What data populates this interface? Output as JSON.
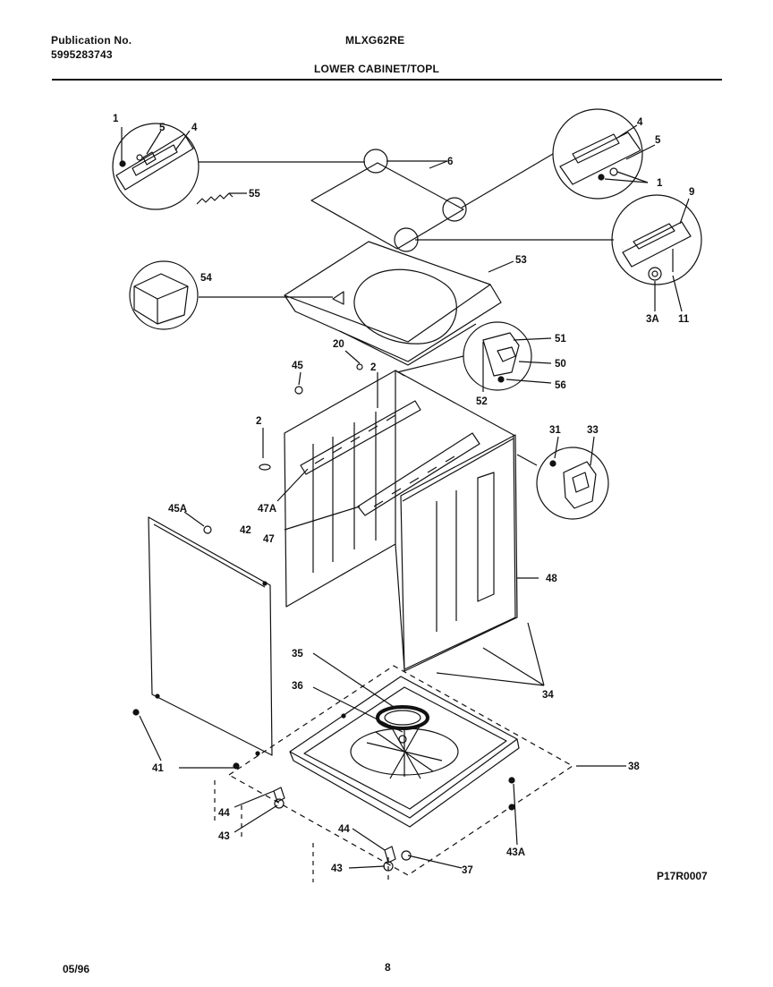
{
  "header": {
    "publication_label": "Publication No.",
    "publication_number": "5995283743",
    "model": "MLXG62RE",
    "section_title": "LOWER CABINET/TOPL"
  },
  "callouts": {
    "c1a": "1",
    "c5a": "5",
    "c4a": "4",
    "c6": "6",
    "c55": "55",
    "c4b": "4",
    "c5b": "5",
    "c1b": "1",
    "c9": "9",
    "c3A": "3A",
    "c11": "11",
    "c54": "54",
    "c53": "53",
    "c51": "51",
    "c50": "50",
    "c56": "56",
    "c52": "52",
    "c20": "20",
    "c45": "45",
    "c2a": "2",
    "c2b": "2",
    "c31": "31",
    "c33": "33",
    "c47A": "47A",
    "c47": "47",
    "c45A": "45A",
    "c42": "42",
    "c48": "48",
    "c35": "35",
    "c36": "36",
    "c34": "34",
    "c38": "38",
    "c41": "41",
    "c44a": "44",
    "c43a": "43",
    "c44b": "44",
    "c43b": "43",
    "c37": "37",
    "c43A": "43A"
  },
  "footer": {
    "diagram_code": "P17R0007",
    "date": "05/96",
    "page": "8"
  }
}
